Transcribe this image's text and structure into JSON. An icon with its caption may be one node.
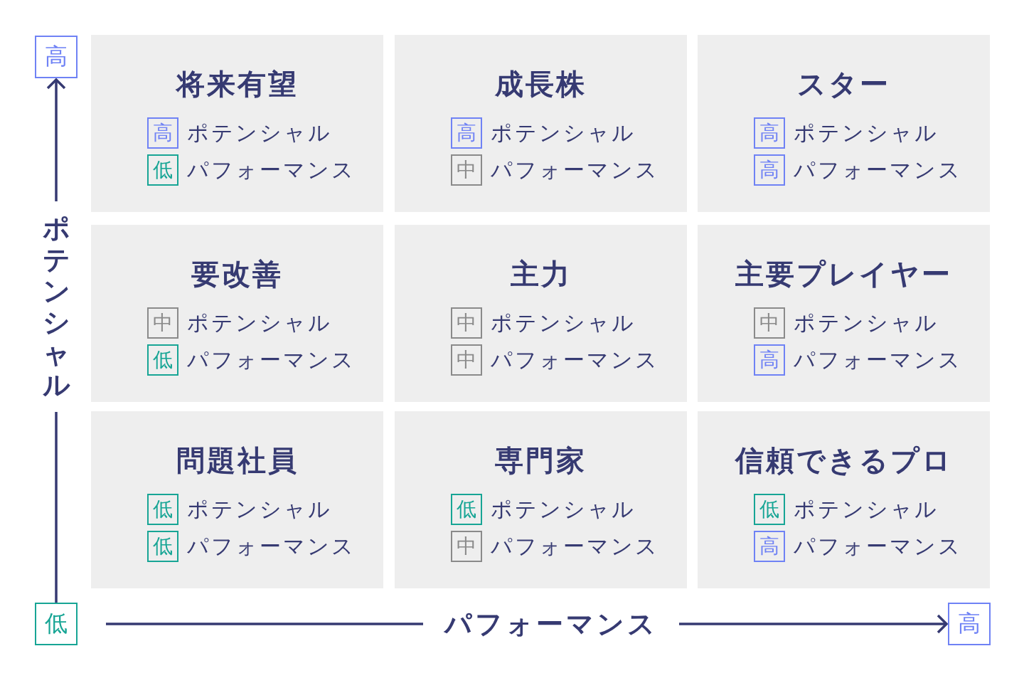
{
  "diagram": {
    "nodes": [
      {
        "text": [
          "高"
        ]
      },
      {
        "text": [
          "将来有望",
          "ポテンシャル",
          "パフォーマンス"
        ]
      },
      {
        "text": [
          "高"
        ],
        "in": 1
      },
      {
        "text": [
          "低"
        ],
        "in": 1
      },
      {
        "text": [
          "成長株",
          "ポテンシャル",
          "パフォーマンス"
        ]
      },
      {
        "text": [
          "高"
        ],
        "in": 4
      },
      {
        "text": [
          "中"
        ],
        "in": 4
      },
      {
        "text": [
          "スター",
          "ポテンシャル",
          "パフォーマンス"
        ]
      },
      {
        "text": [
          "高"
        ],
        "in": 7
      },
      {
        "text": [
          "高"
        ],
        "in": 7
      },
      {
        "text": [
          "要改善",
          "ポテンシャル",
          "パフォーマンス"
        ]
      },
      {
        "text": [
          "中"
        ],
        "in": 10
      },
      {
        "text": [
          "低"
        ],
        "in": 10
      },
      {
        "text": [
          "主力",
          "ポテンシャル",
          "パフォーマンス"
        ]
      },
      {
        "text": [
          "中"
        ],
        "in": 13
      },
      {
        "text": [
          "中"
        ],
        "in": 13
      },
      {
        "text": [
          "主要プレイヤー",
          "ポテンシャル",
          "パフォーマンス"
        ]
      },
      {
        "text": [
          "中"
        ],
        "in": 16
      },
      {
        "text": [
          "高"
        ],
        "in": 16
      },
      {
        "text": [
          "問題社員",
          "ポテンシャル",
          "パフォーマンス"
        ]
      },
      {
        "text": [
          "低"
        ],
        "in": 19
      },
      {
        "text": [
          "低"
        ],
        "in": 19
      },
      {
        "text": [
          "専門家",
          "ポテンシャル",
          "パフォーマンス"
        ]
      },
      {
        "text": [
          "低"
        ],
        "in": 22
      },
      {
        "text": [
          "中"
        ],
        "in": 22
      },
      {
        "text": [
          "信頼できるプロ",
          "ポテンシャル",
          "パフォーマンス"
        ]
      },
      {
        "text": [
          "低"
        ],
        "in": 25
      },
      {
        "text": [
          "高"
        ],
        "in": 25
      },
      {
        "text": [
          "低"
        ]
      },
      {
        "text": [
          "高"
        ]
      }
    ],
    "edges": [
      {
        "from": 28,
        "to": 0,
        "arrow": "to",
        "label": "ポテンシャル"
      },
      {
        "from": 28,
        "to": 29,
        "arrow": "to",
        "label": "パフォーマンス"
      }
    ]
  }
}
